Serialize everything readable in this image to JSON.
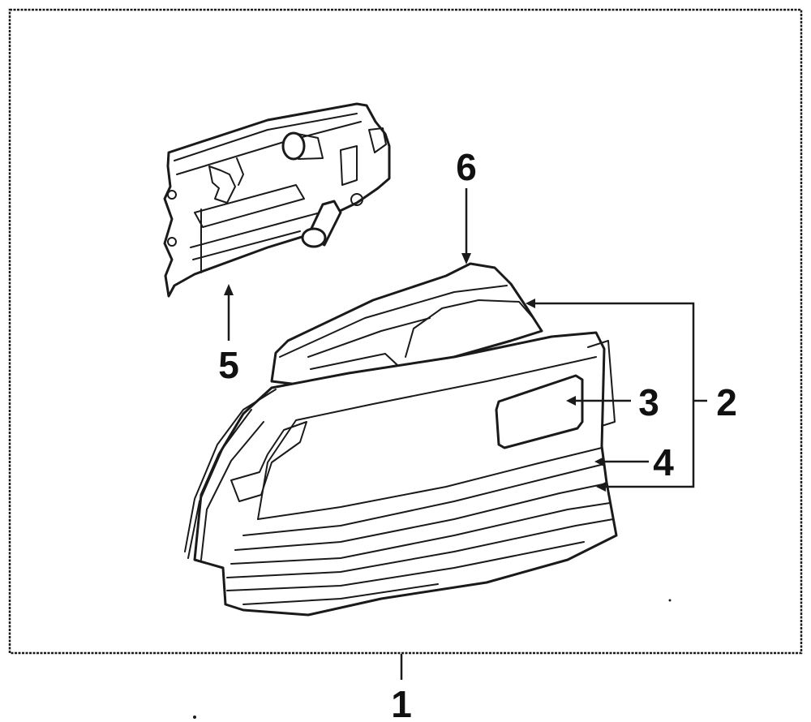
{
  "callouts": {
    "c1": "1",
    "c2": "2",
    "c3": "3",
    "c4": "4",
    "c5": "5",
    "c6": "6"
  },
  "colors": {
    "ink": "#1a1a1a",
    "background": "#ffffff"
  }
}
